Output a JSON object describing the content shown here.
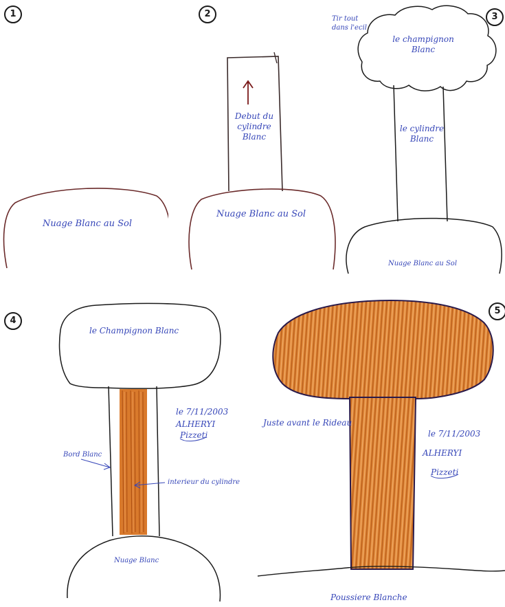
{
  "panels": [
    {
      "number": "1",
      "ground_cloud": "Nuage Blanc au Sol"
    },
    {
      "number": "2",
      "column_text": "Debut du cylindre Blanc",
      "ground_cloud": "Nuage Blanc au Sol"
    },
    {
      "number": "3",
      "top_note": "Tir tout dans l'ecil",
      "cap": "le champignon Blanc",
      "column": "le cylindre Blanc",
      "ground_cloud": "Nuage Blanc au Sol"
    },
    {
      "number": "4",
      "cap": "le Champignon Blanc",
      "edge_label": "Bord Blanc",
      "interior_label": "interieur du cylindre",
      "ground_cloud": "Nuage Blanc",
      "date": "le 7/11/2003",
      "name": "ALHERYI",
      "signature": "Pizzeti"
    },
    {
      "number": "5",
      "note": "Juste avant le Rideau",
      "date": "le 7/11/2003",
      "name": "ALHERYI",
      "signature": "Pizzeti",
      "ground": "Poussiere Blanche"
    }
  ],
  "colors": {
    "ink": "#4a2a1a",
    "label_ink": "#3646b8",
    "orange_fill": "#d97a2c",
    "orange_dark": "#b85a18",
    "outline_dark": "#2a1a4a"
  }
}
